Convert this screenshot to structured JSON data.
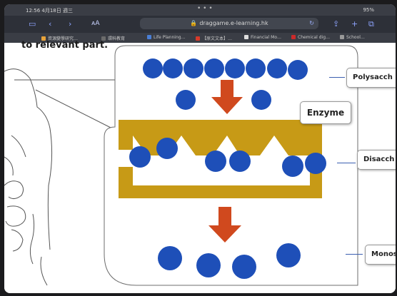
{
  "status_bar": {
    "time": "12:56  4月18日 週三",
    "battery": "95%"
  },
  "browser": {
    "address": "draggame.e-learning.hk",
    "reader_label": "ᴀA"
  },
  "bookmarks": [
    {
      "label": "資源變學研究…",
      "color": "#e8a33a"
    },
    {
      "label": "環科教育",
      "color": "#6b6b6b"
    },
    {
      "label": "Life Planning…",
      "color": "#4a7fd6"
    },
    {
      "label": "【原文文本】…",
      "color": "#d63a2a"
    },
    {
      "label": "Financial Mo…",
      "color": "#dddddd"
    },
    {
      "label": "Chemical dig…",
      "color": "#cc2a2a"
    },
    {
      "label": "School…",
      "color": "#999999"
    }
  ],
  "page": {
    "instruction": "to relevant part.",
    "enzyme_label": "Enzyme",
    "answer_labels": [
      "Polysacch",
      "Disacch",
      "Monosa"
    ]
  },
  "colors": {
    "molecule": "#1e4fb8",
    "enzyme": "#c79a16",
    "arrow": "#d0491e"
  },
  "icons": [
    "sidebar-icon",
    "back-icon",
    "forward-icon",
    "lock-icon",
    "reload-icon",
    "share-icon",
    "add-tab-icon",
    "tabs-icon"
  ]
}
